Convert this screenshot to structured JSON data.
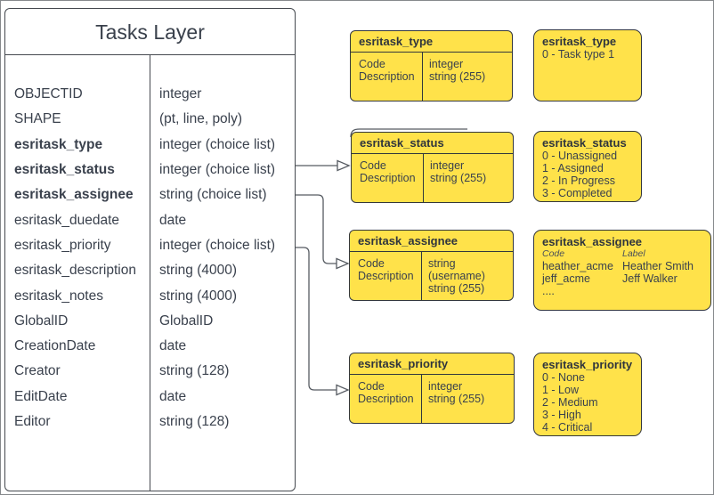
{
  "main_table": {
    "title": "Tasks Layer",
    "rows": [
      {
        "name": "OBJECTID",
        "type": "integer"
      },
      {
        "name": "SHAPE",
        "type": "(pt, line, poly)"
      },
      {
        "name": "esritask_type",
        "type": "integer (choice list)"
      },
      {
        "name": "esritask_status",
        "type": "integer (choice list)"
      },
      {
        "name": "esritask_assignee",
        "type": "string (choice list)"
      },
      {
        "name": "esritask_duedate",
        "type": "date"
      },
      {
        "name": "esritask_priority",
        "type": "integer (choice list)"
      },
      {
        "name": "esritask_description",
        "type": "string (4000)"
      },
      {
        "name": "esritask_notes",
        "type": "string (4000)"
      },
      {
        "name": "GlobalID",
        "type": "GlobalID"
      },
      {
        "name": "CreationDate",
        "type": "date"
      },
      {
        "name": "Creator",
        "type": "string (128)"
      },
      {
        "name": "EditDate",
        "type": "date"
      },
      {
        "name": "Editor",
        "type": "string (128)"
      }
    ]
  },
  "domain_tables": [
    {
      "title": "esritask_type",
      "fields": [
        "Code",
        "Description"
      ],
      "types": [
        "integer",
        "string (255)"
      ]
    },
    {
      "title": "esritask_status",
      "fields": [
        "Code",
        "Description"
      ],
      "types": [
        "integer",
        "string (255)"
      ]
    },
    {
      "title": "esritask_assignee",
      "fields": [
        "Code",
        "Description"
      ],
      "types": [
        "string (username)",
        "string (255)"
      ]
    },
    {
      "title": "esritask_priority",
      "fields": [
        "Code",
        "Description"
      ],
      "types": [
        "integer",
        "string (255)"
      ]
    }
  ],
  "domain_lists": [
    {
      "title": "esritask_type",
      "items": [
        "0 - Task type 1"
      ]
    },
    {
      "title": "esritask_status",
      "items": [
        "0 - Unassigned",
        "1 - Assigned",
        "2 - In Progress",
        "3 - Completed"
      ]
    },
    {
      "title": "esritask_assignee",
      "col_headers": [
        "Code",
        "Label"
      ],
      "pairs": [
        [
          "heather_acme",
          "Heather Smith"
        ],
        [
          "jeff_acme",
          "Jeff Walker"
        ]
      ],
      "more": "...."
    },
    {
      "title": "esritask_priority",
      "items": [
        "0 - None",
        "1 - Low",
        "2 - Medium",
        "3 - High",
        "4 - Critical"
      ]
    }
  ],
  "colors": {
    "box_fill": "#ffe24a",
    "box_border": "#33373d",
    "text": "#3a414d",
    "wire": "#565b62"
  }
}
